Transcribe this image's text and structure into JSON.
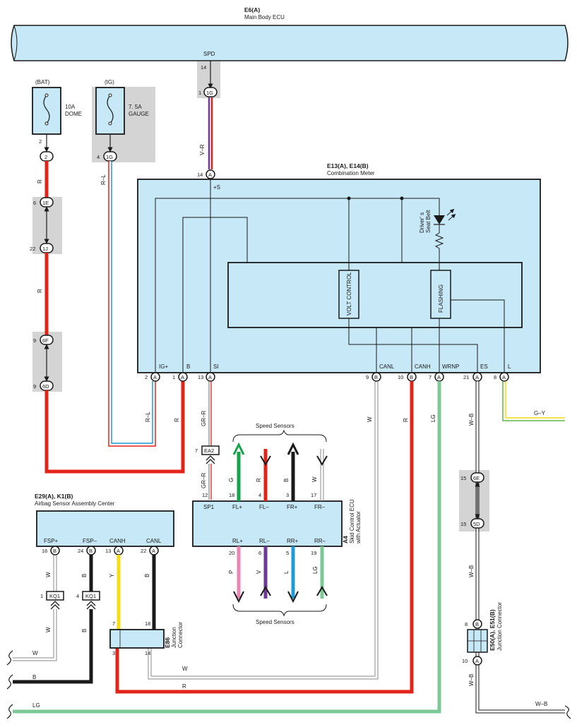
{
  "ecu": {
    "code": "E6(A)",
    "name": "Main Body ECU",
    "spd_label": "SPD",
    "spd_pin": "14"
  },
  "fuses": {
    "bat": {
      "source": "(BAT)",
      "amp": "10A",
      "name": "DOME",
      "pin": "2",
      "conn": "2"
    },
    "ig": {
      "source": "(IG)",
      "amp": "7. 5A",
      "name": "GAUGE",
      "pin": "4",
      "conn": "1G"
    }
  },
  "meter": {
    "code": "E13(A), E14(B)",
    "name": "Combination Meter",
    "s_plus_label": "+S",
    "s_plus_pin": "14",
    "s_plus_conn": "A",
    "led_label_1": "Driver' s",
    "led_label_2": "Seat Belt",
    "volt_control": "VOLT CONTROL",
    "flashing": "FLASHING",
    "terminals": [
      {
        "name": "IG+",
        "pin": "2",
        "conn": "A"
      },
      {
        "name": "B",
        "pin": "1",
        "conn": "A"
      },
      {
        "name": "SI",
        "pin": "13",
        "conn": "A"
      },
      {
        "name": "CANL",
        "pin": "9",
        "conn": "B"
      },
      {
        "name": "CANH",
        "pin": "10",
        "conn": "B"
      },
      {
        "name": "WRNP",
        "pin": "7",
        "conn": "A"
      },
      {
        "name": "ES",
        "pin": "21",
        "conn": "A"
      },
      {
        "name": "L",
        "pin": "8",
        "conn": "A"
      }
    ]
  },
  "connectors": {
    "c1g": {
      "id": "1G",
      "pin": "1"
    },
    "c1e": {
      "id": "1E",
      "pin": "6"
    },
    "c1j": {
      "id": "1J",
      "pin": "22"
    },
    "c6f": {
      "id": "6F",
      "pin": "9"
    },
    "c6d": {
      "id": "6D",
      "pin": "9"
    },
    "ea2": {
      "id": "EA2",
      "pin": "7"
    },
    "c6e": {
      "id": "6E",
      "pin": "15"
    },
    "c5d": {
      "id": "5D",
      "pin": "15"
    },
    "kq1a": {
      "id": "KQ1",
      "pin": "1"
    },
    "kq1b": {
      "id": "KQ1",
      "pin": "4"
    }
  },
  "wires": {
    "v_r": "V–R",
    "r": "R",
    "r_l": "R–L",
    "gr_r": "GR–R",
    "w": "W",
    "lg": "LG",
    "w_b": "W–B",
    "g_y": "G–Y",
    "b": "B",
    "y": "Y",
    "g": "G",
    "p": "P",
    "v": "V",
    "l": "L"
  },
  "skid": {
    "code": "A4",
    "name_1": "Skid Control ECU",
    "name_2": "with Actuator",
    "speed_sensors_top": "Speed Sensors",
    "speed_sensors_bottom": "Speed Sensors",
    "top_terminals": [
      {
        "name": "SP1",
        "pin": "12"
      },
      {
        "name": "FL+",
        "pin": "18"
      },
      {
        "name": "FL–",
        "pin": "4"
      },
      {
        "name": "FR+",
        "pin": "3"
      },
      {
        "name": "FR–",
        "pin": "17"
      }
    ],
    "bottom_terminals": [
      {
        "name": "RL+",
        "pin": "20"
      },
      {
        "name": "RL–",
        "pin": "6"
      },
      {
        "name": "RR+",
        "pin": "5"
      },
      {
        "name": "RR–",
        "pin": "19"
      }
    ]
  },
  "airbag": {
    "code": "E29(A), K1(B)",
    "name": "Airbag Sensor Assembly Center",
    "terminals": [
      {
        "name": "FSP+",
        "pin": "16",
        "conn": "B"
      },
      {
        "name": "FSP–",
        "pin": "24",
        "conn": "B"
      },
      {
        "name": "CANH",
        "pin": "13",
        "conn": "A"
      },
      {
        "name": "CANL",
        "pin": "22",
        "conn": "A"
      }
    ]
  },
  "e86": {
    "code": "E86",
    "name_1": "Junction",
    "name_2": "Connector",
    "pin_7": "7",
    "pin_18": "18",
    "pin_3": "3",
    "pin_14": "14"
  },
  "e50": {
    "code": "E50(A), E51(B)",
    "name": "Junction Connector",
    "pin_8": "8",
    "conn_8": "B",
    "pin_10": "10",
    "conn_10": "A"
  },
  "colors": {
    "panel": "#c6e8f7",
    "gray": "#d4d4d4",
    "red": "#e2231a",
    "green_lg": "#7ec898",
    "purple": "#6e3a96",
    "blue": "#1e9bd7",
    "pink": "#e986b6",
    "green": "#17a34a",
    "yellow": "#f6dc14",
    "gy_green": "#5db64d"
  }
}
